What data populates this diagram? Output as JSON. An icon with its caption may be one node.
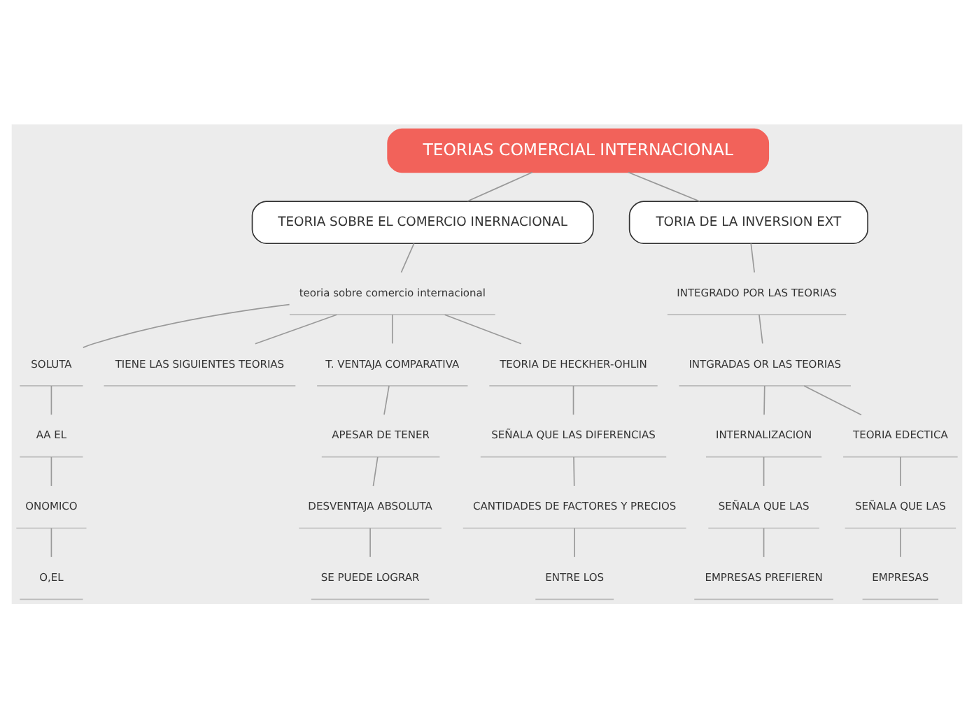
{
  "diagram": {
    "nodes": [
      {
        "text": [
          "TEORIAS COMERCIAL INTERNACIONAL"
        ]
      },
      {
        "text": [
          "TEORIA SOBRE EL COMERCIO INERNACIONAL"
        ]
      },
      {
        "text": [
          "teoria sobre comercio internacional"
        ]
      },
      {
        "text": [
          "SOLUTA"
        ]
      },
      {
        "text": [
          "AA EL"
        ]
      },
      {
        "text": [
          "ONOMICO"
        ]
      },
      {
        "text": [
          "O,EL"
        ]
      },
      {
        "text": [
          "TIENE LAS SIGUIENTES TEORIAS"
        ]
      },
      {
        "text": [
          "T. VENTAJA COMPARATIVA"
        ]
      },
      {
        "text": [
          "APESAR DE TENER"
        ]
      },
      {
        "text": [
          "DESVENTAJA ABSOLUTA"
        ]
      },
      {
        "text": [
          "SE PUEDE LOGRAR"
        ]
      },
      {
        "text": [
          "TEORIA DE HECKHER-OHLIN"
        ]
      },
      {
        "text": [
          "SEÑALA QUE LAS DIFERENCIAS"
        ]
      },
      {
        "text": [
          "CANTIDADES DE FACTORES Y PRECIOS"
        ]
      },
      {
        "text": [
          "ENTRE LOS"
        ]
      },
      {
        "text": [
          "TORIA DE LA INVERSION EXT"
        ]
      },
      {
        "text": [
          "INTEGRADO POR LAS TEORIAS"
        ]
      },
      {
        "text": [
          "INTGRADAS OR LAS TEORIAS"
        ]
      },
      {
        "text": [
          "INTERNALIZACION"
        ]
      },
      {
        "text": [
          "SEÑALA QUE LAS"
        ]
      },
      {
        "text": [
          "EMPRESAS PREFIEREN"
        ]
      },
      {
        "text": [
          "TEORIA EDECTICA"
        ]
      },
      {
        "text": [
          "SEÑALA QUE LAS"
        ]
      },
      {
        "text": [
          "EMPRESAS"
        ]
      }
    ],
    "edges": [
      {
        "from": 0,
        "to": 1,
        "arrow": "none"
      },
      {
        "from": 0,
        "to": 16,
        "arrow": "none"
      },
      {
        "from": 1,
        "to": 2,
        "arrow": "none"
      },
      {
        "from": 2,
        "to": 3,
        "arrow": "none"
      },
      {
        "from": 3,
        "to": 4,
        "arrow": "none"
      },
      {
        "from": 4,
        "to": 5,
        "arrow": "none"
      },
      {
        "from": 5,
        "to": 6,
        "arrow": "none"
      },
      {
        "from": 2,
        "to": 7,
        "arrow": "none"
      },
      {
        "from": 2,
        "to": 8,
        "arrow": "none"
      },
      {
        "from": 8,
        "to": 9,
        "arrow": "none"
      },
      {
        "from": 9,
        "to": 10,
        "arrow": "none"
      },
      {
        "from": 10,
        "to": 11,
        "arrow": "none"
      },
      {
        "from": 2,
        "to": 12,
        "arrow": "none"
      },
      {
        "from": 12,
        "to": 13,
        "arrow": "none"
      },
      {
        "from": 13,
        "to": 14,
        "arrow": "none"
      },
      {
        "from": 14,
        "to": 15,
        "arrow": "none"
      },
      {
        "from": 16,
        "to": 17,
        "arrow": "none"
      },
      {
        "from": 17,
        "to": 18,
        "arrow": "none"
      },
      {
        "from": 18,
        "to": 19,
        "arrow": "none"
      },
      {
        "from": 19,
        "to": 20,
        "arrow": "none"
      },
      {
        "from": 20,
        "to": 21,
        "arrow": "none"
      },
      {
        "from": 18,
        "to": 22,
        "arrow": "none"
      },
      {
        "from": 22,
        "to": 23,
        "arrow": "none"
      },
      {
        "from": 23,
        "to": 24,
        "arrow": "none"
      }
    ]
  }
}
